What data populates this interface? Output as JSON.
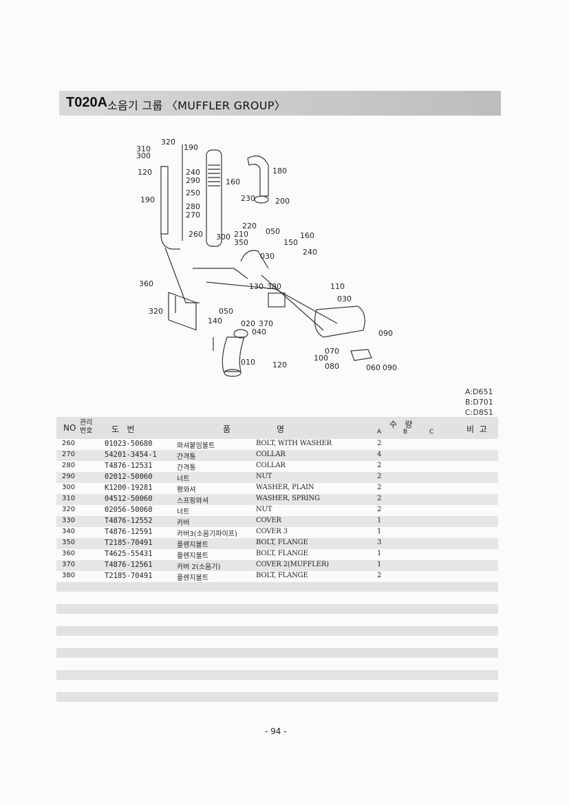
{
  "title": {
    "code": "T020A",
    "text": "소음기 그룹 〈MUFFLER GROUP〉"
  },
  "diagram_labels": [
    "320",
    "190",
    "310",
    "300",
    "120",
    "240",
    "290",
    "160",
    "180",
    "250",
    "190",
    "230",
    "200",
    "280",
    "270",
    "220",
    "260",
    "300",
    "210",
    "050",
    "350",
    "150",
    "160",
    "240",
    "030",
    "360",
    "130",
    "380",
    "110",
    "030",
    "320",
    "050",
    "140",
    "020",
    "370",
    "040",
    "090",
    "070",
    "100",
    "010",
    "120",
    "080",
    "060",
    "090"
  ],
  "models": [
    "A:D651",
    "B:D701",
    "C:D851"
  ],
  "table": {
    "headers": {
      "no": "NO",
      "mgmt": "관리번호",
      "drawing": "도   번",
      "item": "품",
      "name": "명",
      "qty": "수   량",
      "qa": "A",
      "qb": "B",
      "qc": "C",
      "remark": "비  고"
    },
    "rows": [
      {
        "no": "260",
        "part": "01023-50680",
        "kr": "와셔붙임볼트",
        "en": "BOLT, WITH WASHER",
        "qa": "2"
      },
      {
        "no": "270",
        "part": "54201-3454-1",
        "kr": "간격통",
        "en": "COLLAR",
        "qa": "4"
      },
      {
        "no": "280",
        "part": "T4876-12531",
        "kr": "간격통",
        "en": "COLLAR",
        "qa": "2"
      },
      {
        "no": "290",
        "part": "02012-50060",
        "kr": "너트",
        "en": "NUT",
        "qa": "2"
      },
      {
        "no": "300",
        "part": "K1200-19281",
        "kr": "평와셔",
        "en": "WASHER, PLAIN",
        "qa": "2"
      },
      {
        "no": "310",
        "part": "04512-50060",
        "kr": "스프링와셔",
        "en": "WASHER, SPRING",
        "qa": "2"
      },
      {
        "no": "320",
        "part": "02056-50060",
        "kr": "너트",
        "en": "NUT",
        "qa": "2"
      },
      {
        "no": "330",
        "part": "T4876-12552",
        "kr": "카버",
        "en": "COVER",
        "qa": "1"
      },
      {
        "no": "340",
        "part": "T4876-12591",
        "kr": "카버3(소음기파이프)",
        "en": "COVER 3",
        "qa": "1"
      },
      {
        "no": "350",
        "part": "T2185-70491",
        "kr": "플렌지볼트",
        "en": "BOLT, FLANGE",
        "qa": "3"
      },
      {
        "no": "360",
        "part": "T4625-55431",
        "kr": "플렌지볼트",
        "en": "BOLT, FLANGE",
        "qa": "1"
      },
      {
        "no": "370",
        "part": "T4876-12561",
        "kr": "카버 2(소음기)",
        "en": "COVER 2(MUFFLER)",
        "qa": "1"
      },
      {
        "no": "380",
        "part": "T2185-70491",
        "kr": "플렌지볼트",
        "en": "BOLT, FLANGE",
        "qa": "2"
      }
    ]
  },
  "page_number": "- 94 -"
}
